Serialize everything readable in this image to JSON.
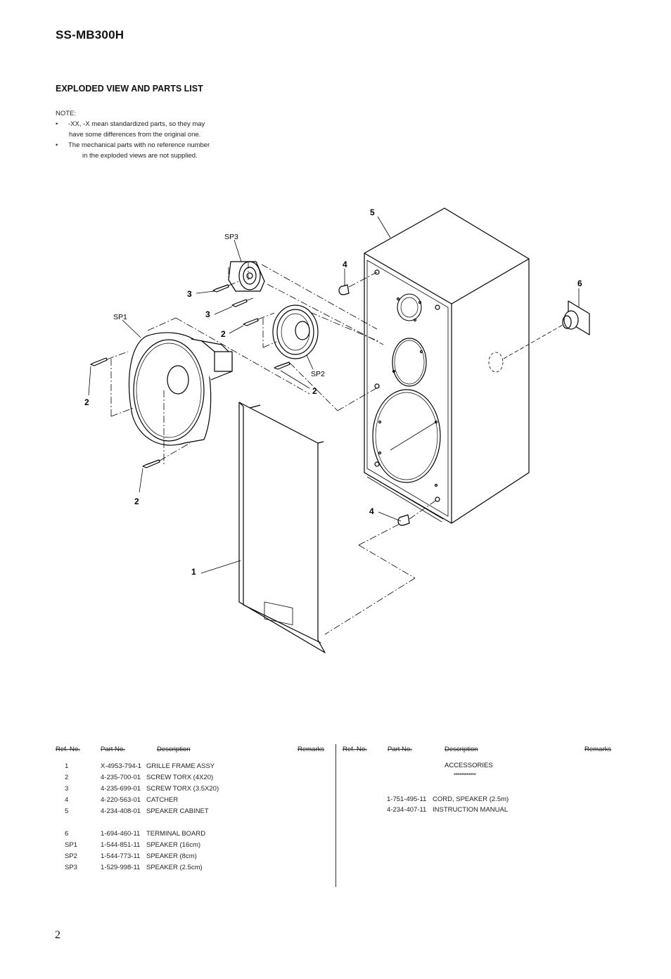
{
  "header": {
    "model": "SS-MB300H"
  },
  "section": {
    "title": "EXPLODED VIEW AND PARTS LIST"
  },
  "notes": {
    "label": "NOTE:",
    "bullet": "•",
    "items": [
      {
        "line1": "-XX, -X mean standardized parts, so they may",
        "line2": "have some differences from the original one."
      },
      {
        "line1": "The mechanical parts with no reference number",
        "line2": "in the exploded views are not supplied."
      }
    ]
  },
  "diagram": {
    "labels": {
      "ref1": "1",
      "ref2a": "2",
      "ref2b": "2",
      "ref2c": "2",
      "ref2d": "2",
      "ref3a": "3",
      "ref3b": "3",
      "ref4a": "4",
      "ref4b": "4",
      "ref5": "5",
      "ref6": "6",
      "sp1": "SP1",
      "sp2": "SP2",
      "sp3": "SP3"
    }
  },
  "parts_table": {
    "headers": {
      "ref": "Ref. No.",
      "part": "Part No.",
      "desc": "Description",
      "remarks": "Remarks"
    },
    "left_rows": [
      {
        "ref": "1",
        "part": "X-4953-794-1",
        "desc": "GRILLE FRAME ASSY"
      },
      {
        "ref": "2",
        "part": "4-235-700-01",
        "desc": "SCREW TORX (4X20)"
      },
      {
        "ref": "3",
        "part": "4-235-699-01",
        "desc": "SCREW TORX (3.5X20)"
      },
      {
        "ref": "4",
        "part": "4-220-563-01",
        "desc": "CATCHER"
      },
      {
        "ref": "5",
        "part": "4-234-408-01",
        "desc": "SPEAKER CABINET"
      },
      {
        "ref": "6",
        "part": "1-694-460-11",
        "desc": "TERMINAL BOARD"
      },
      {
        "ref": "SP1",
        "part": "1-544-851-11",
        "desc": "SPEAKER (16cm)"
      },
      {
        "ref": "SP2",
        "part": "1-544-773-11",
        "desc": "SPEAKER (8cm)"
      },
      {
        "ref": "SP3",
        "part": "1-529-998-11",
        "desc": "SPEAKER (2.5cm)"
      }
    ],
    "accessories": {
      "title": "ACCESSORIES",
      "stars": "************",
      "rows": [
        {
          "part": "1-751-495-11",
          "desc": "CORD, SPEAKER (2.5m)"
        },
        {
          "part": "4-234-407-11",
          "desc": "INSTRUCTION MANUAL"
        }
      ]
    }
  },
  "footer": {
    "page_number": "2"
  }
}
